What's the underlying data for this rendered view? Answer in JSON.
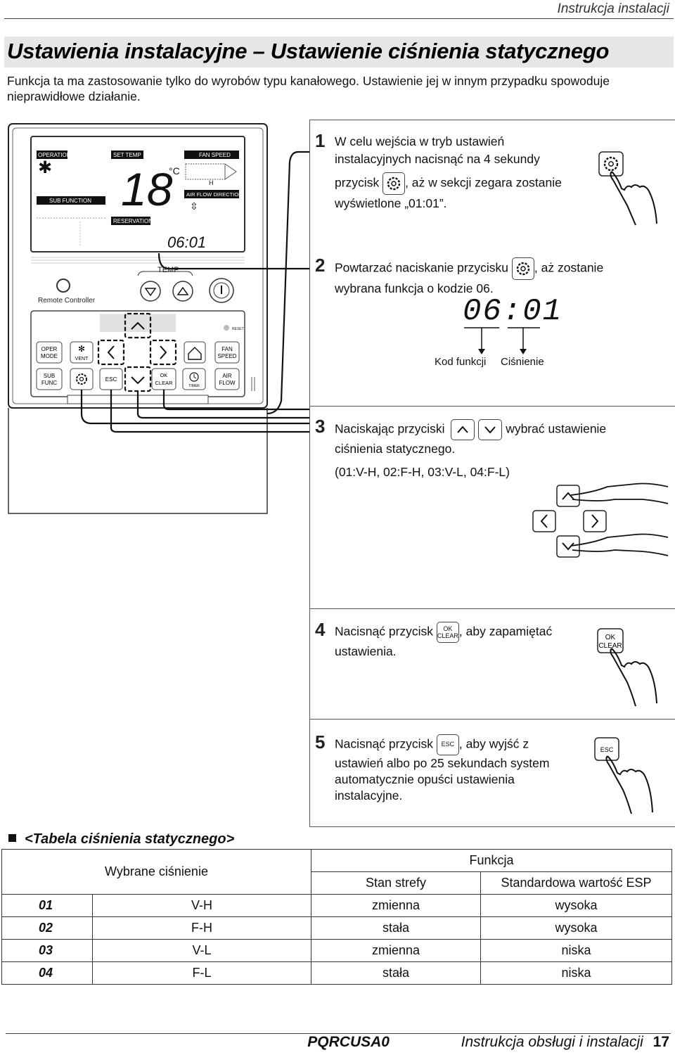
{
  "header": {
    "title": "Instrukcja instalacji"
  },
  "section_title": "Ustawienia instalacyjne – Ustawienie ciśnienia statycznego",
  "intro": "Funkcja ta ma zastosowanie tylko do wyrobów typu kanałowego. Ustawienie jej w innym przypadku spowoduje nieprawidłowe działanie.",
  "remote": {
    "lcd": {
      "operation": "OPERATION",
      "set_temp": "SET TEMP",
      "fan_speed": "FAN SPEED",
      "sub_function": "SUB FUNCTION",
      "temp_value": "18",
      "temp_unit": "°C",
      "fan_level": "H",
      "air_flow_direction": "AIR FLOW DIRECTION",
      "reservation": "RESERVATION",
      "clock": "06:01"
    },
    "temp_label": "TEMP",
    "brand_label": "Remote Controller",
    "reset_label": "RESET",
    "buttons": {
      "oper_mode": [
        "OPER",
        "MODE"
      ],
      "vent": "VENT",
      "fan_speed": [
        "FAN",
        "SPEED"
      ],
      "sub_func": [
        "SUB",
        "FUNC"
      ],
      "esc": "ESC",
      "ok_clear": [
        "OK",
        "CLEAR"
      ],
      "timer": "TIMER",
      "air_flow": [
        "AIR",
        "FLOW"
      ]
    }
  },
  "steps": [
    {
      "num": "1",
      "line1": "W celu wejścia w tryb ustawień",
      "line2": "instalacyjnych nacisnąć na 4 sekundy",
      "line3a": "przycisk",
      "line3b": ", aż w sekcji zegara zostanie",
      "line4": "wyświetlone „01:01”."
    },
    {
      "num": "2",
      "line1a": "Powtarzać naciskanie przycisku",
      "line1b": ", aż zostanie",
      "line2": "wybrana funkcja o kodzie 06.",
      "display": "06:01",
      "label_code": "Kod funkcji",
      "label_pressure": "Ciśnienie"
    },
    {
      "num": "3",
      "line1a": "Naciskając przyciski",
      "line1b": "wybrać ustawienie",
      "line2": "ciśnienia statycznego.",
      "line3": "(01:V-H, 02:F-H, 03:V-L, 04:F-L)"
    },
    {
      "num": "4",
      "line1a": "Nacisnąć przycisk",
      "line1b": ", aby zapamiętać",
      "line2": "ustawienia.",
      "btn": [
        "OK",
        "CLEAR"
      ]
    },
    {
      "num": "5",
      "line1a": "Nacisnąć przycisk",
      "line1b": ", aby wyjść z",
      "line2": "ustawień albo po 25 sekundach system",
      "line3": "automatycznie opuści ustawienia",
      "line4": "instalacyjne.",
      "btn": "ESC"
    }
  ],
  "table": {
    "title": "<Tabela ciśnienia statycznego>",
    "col_selected": "Wybrane ciśnienie",
    "col_function": "Funkcja",
    "col_zone": "Stan strefy",
    "col_esp": "Standardowa wartość ESP",
    "rows": [
      {
        "code": "01",
        "pressure": "V-H",
        "zone": "zmienna",
        "esp": "wysoka"
      },
      {
        "code": "02",
        "pressure": "F-H",
        "zone": "stała",
        "esp": "wysoka"
      },
      {
        "code": "03",
        "pressure": "V-L",
        "zone": "zmienna",
        "esp": "niska"
      },
      {
        "code": "04",
        "pressure": "F-L",
        "zone": "stała",
        "esp": "niska"
      }
    ]
  },
  "footer": {
    "model": "PQRCUSA0",
    "title": "Instrukcja obsługi i instalacji",
    "page": "17"
  }
}
